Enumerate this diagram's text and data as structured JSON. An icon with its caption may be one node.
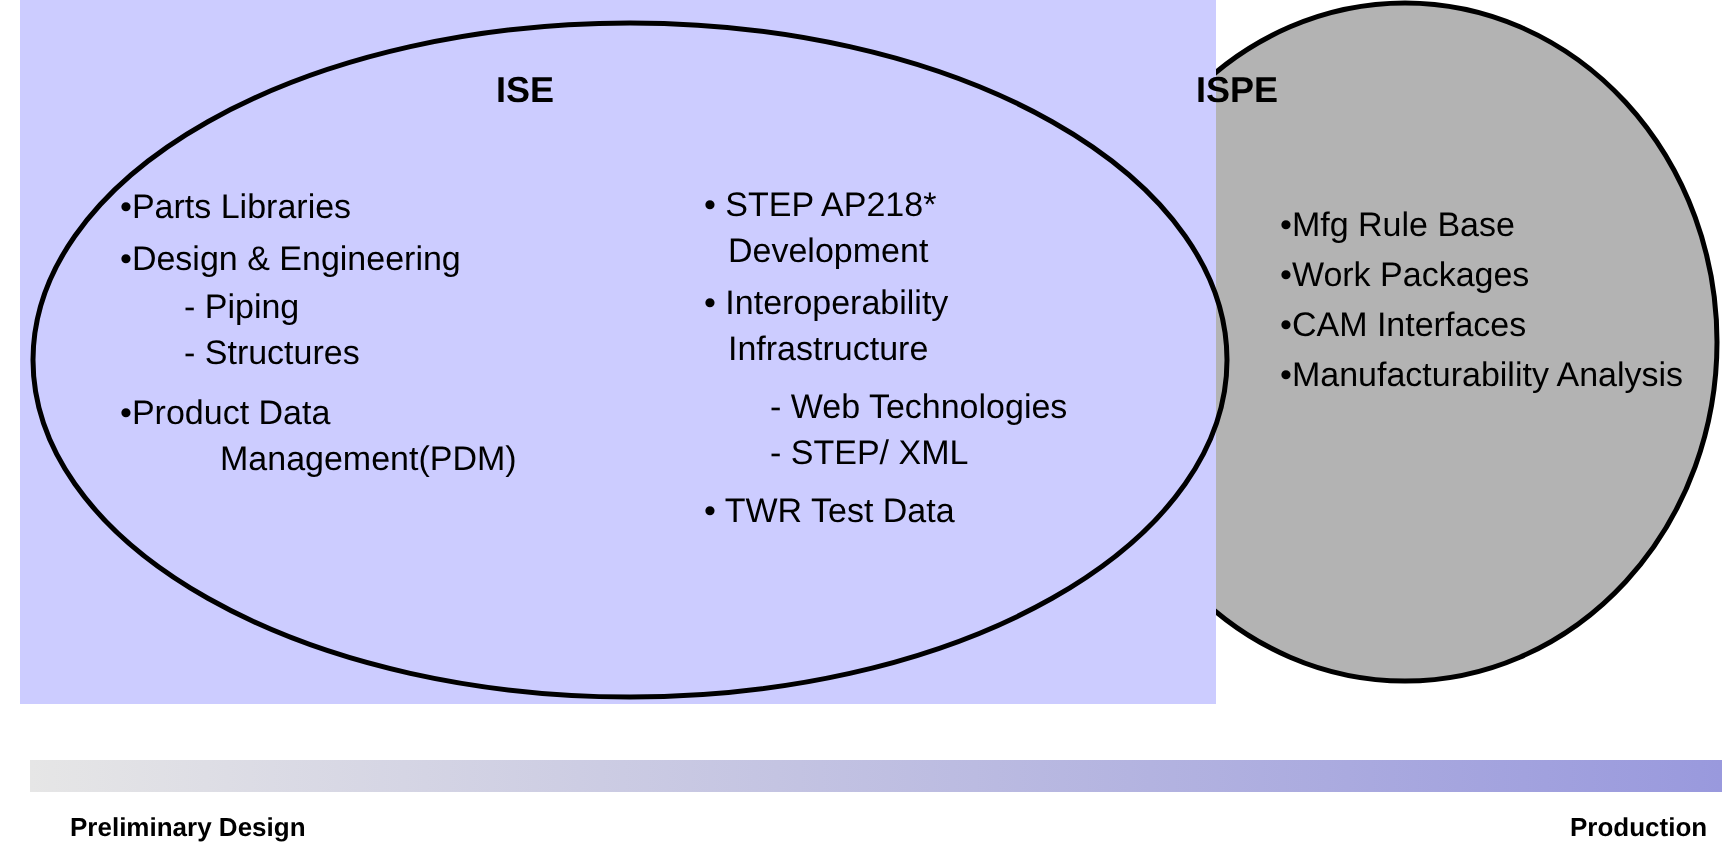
{
  "diagram": {
    "nodes": [
      {
        "text": [
          "ISE",
          "•Parts Libraries",
          "•Design & Engineering",
          "- Piping",
          "- Structures",
          "•Product Data Management(PDM)",
          "• STEP AP218* Development",
          "• Interoperability Infrastructure",
          "- Web Technologies",
          "- STEP/ XML",
          "• TWR Test Data"
        ]
      },
      {
        "text": [
          "ISPE",
          "•Mfg Rule Base",
          "•Work Packages",
          "•CAM Interfaces",
          "•Manufacturability Analysis"
        ]
      },
      {
        "text": [],
        "shape": "bar"
      }
    ],
    "labels": [
      "Preliminary Design",
      "Production"
    ]
  }
}
